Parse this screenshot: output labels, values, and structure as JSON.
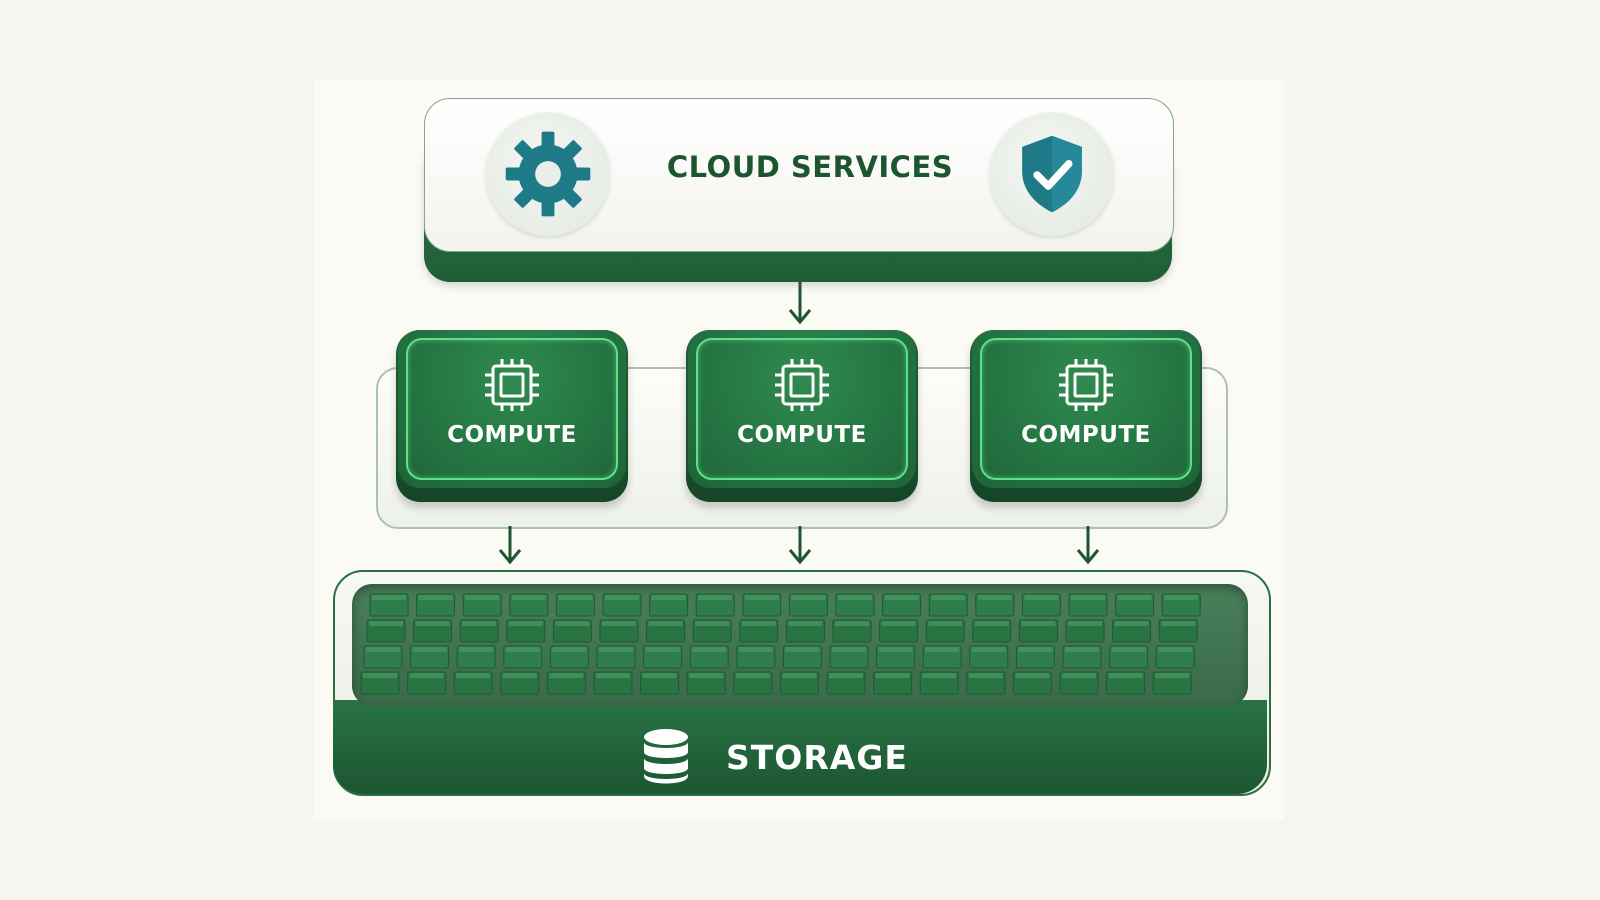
{
  "cloud": {
    "title": "CLOUD SERVICES",
    "left_icon": "gear-icon",
    "right_icon": "shield-check-icon"
  },
  "compute_nodes": [
    {
      "label": "COMPUTE",
      "icon": "cpu-chip-icon"
    },
    {
      "label": "COMPUTE",
      "icon": "cpu-chip-icon"
    },
    {
      "label": "COMPUTE",
      "icon": "cpu-chip-icon"
    }
  ],
  "storage": {
    "label": "STORAGE",
    "icon": "database-icon"
  },
  "colors": {
    "dark_green": "#1f5e36",
    "bright_green": "#5fe08a",
    "teal": "#1f7a88",
    "text_green": "#1c5530"
  }
}
